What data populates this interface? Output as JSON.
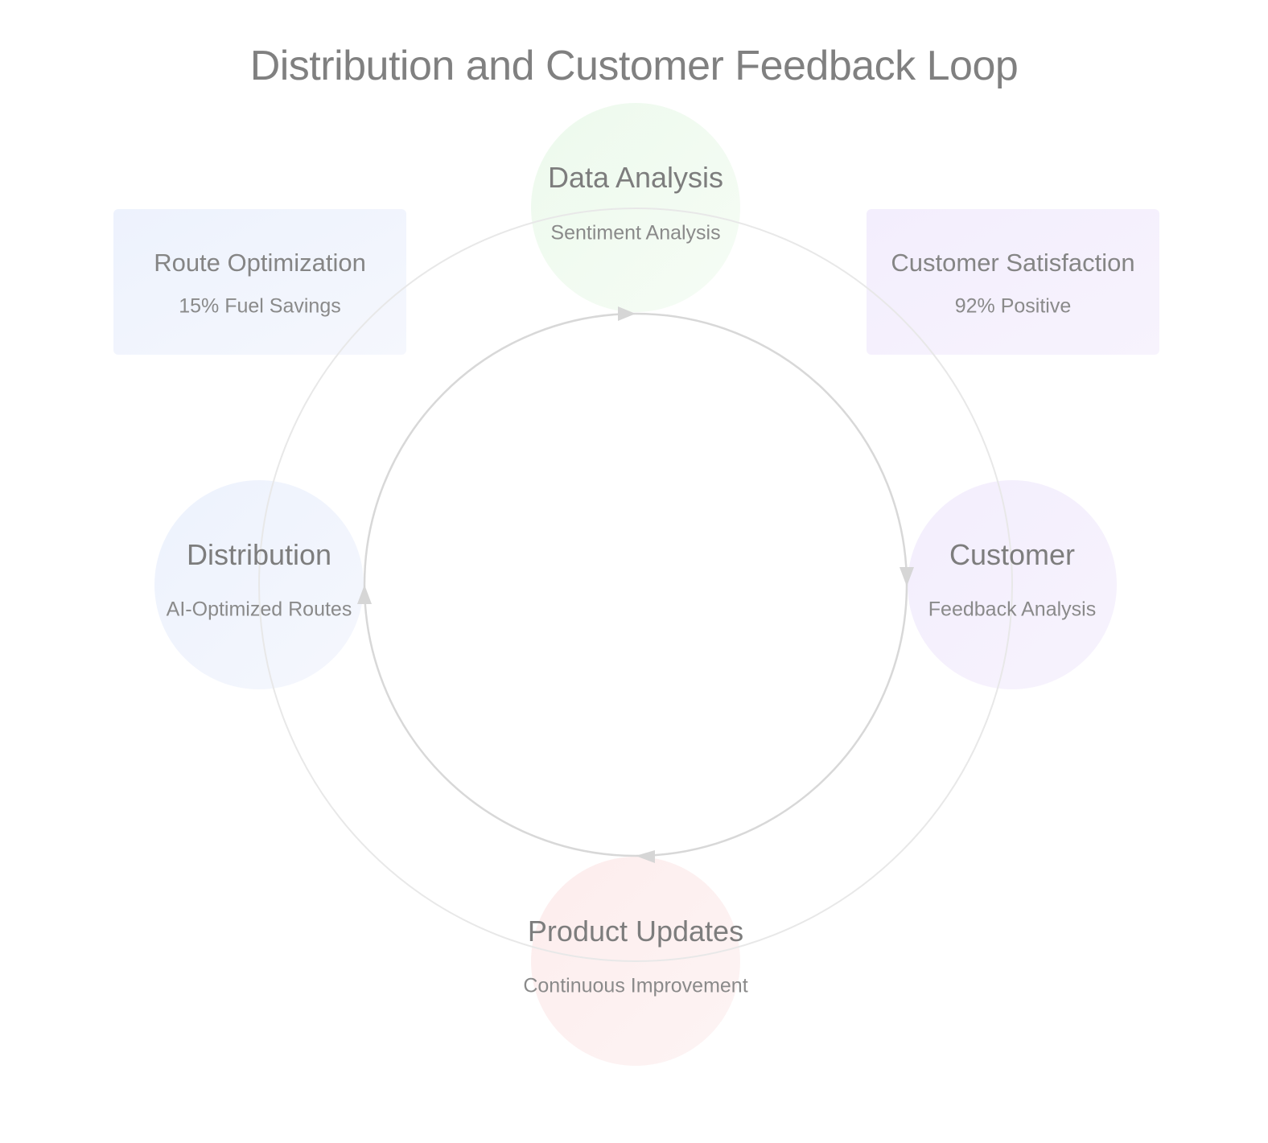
{
  "title": "Distribution and Customer Feedback Loop",
  "nodes": {
    "data_analysis": {
      "label": "Data Analysis",
      "sublabel": "Sentiment Analysis",
      "color": "#eefaee"
    },
    "customer": {
      "label": "Customer",
      "sublabel": "Feedback Analysis",
      "color": "#f4efff"
    },
    "product_updates": {
      "label": "Product Updates",
      "sublabel": "Continuous Improvement",
      "color": "#fdeeee"
    },
    "distribution": {
      "label": "Distribution",
      "sublabel": "AI-Optimized Routes",
      "color": "#eef2fd"
    }
  },
  "metrics": {
    "route_optimization": {
      "label": "Route Optimization",
      "value": "15% Fuel Savings",
      "color": "#eef3fd"
    },
    "customer_satisfaction": {
      "label": "Customer Satisfaction",
      "value": "92% Positive",
      "color": "#f4effd"
    }
  },
  "colors": {
    "inner_loop": "#d6d6d6",
    "outer_loop": "#e9e9e9",
    "arrow": "#d9d9d9"
  }
}
